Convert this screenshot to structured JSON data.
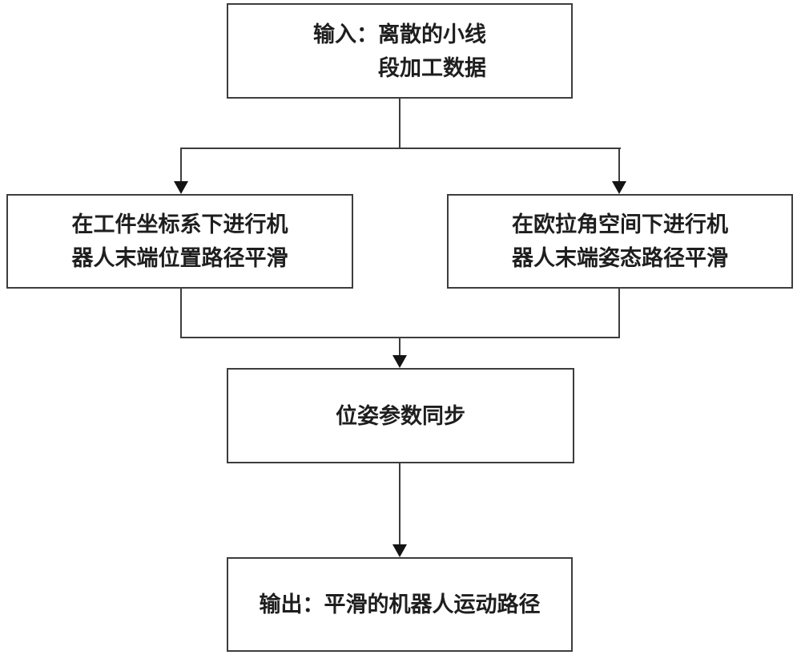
{
  "diagram": {
    "type": "flowchart",
    "background_color": "#ffffff",
    "box_border_color": "#3d3d3d",
    "line_color": "#3d3d3d",
    "arrow_color": "#141414",
    "text_color": "#1e1e1e",
    "nodes": {
      "input": {
        "id": "input",
        "lines": [
          "输入：离散的小线",
          "段加工数据"
        ]
      },
      "position_smoothing": {
        "id": "position_smoothing",
        "lines": [
          "在工件坐标系下进行机",
          "器人末端位置路径平滑"
        ]
      },
      "orientation_smoothing": {
        "id": "orientation_smoothing",
        "lines": [
          "在欧拉角空间下进行机",
          "器人末端姿态路径平滑"
        ]
      },
      "pose_sync": {
        "id": "pose_sync",
        "lines": [
          "位姿参数同步"
        ]
      },
      "output": {
        "id": "output",
        "lines": [
          "输出：平滑的机器人运动路径"
        ]
      }
    },
    "edges": [
      {
        "from": "input",
        "to": "position_smoothing",
        "arrow": true
      },
      {
        "from": "input",
        "to": "orientation_smoothing",
        "arrow": true
      },
      {
        "from": "position_smoothing",
        "to": "pose_sync",
        "arrow": true
      },
      {
        "from": "orientation_smoothing",
        "to": "pose_sync",
        "arrow": true
      },
      {
        "from": "pose_sync",
        "to": "output",
        "arrow": true
      }
    ]
  }
}
